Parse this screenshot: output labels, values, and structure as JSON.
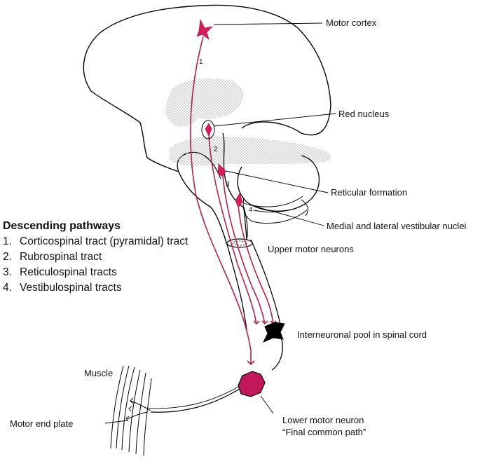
{
  "legend": {
    "title": "Descending pathways",
    "items": [
      {
        "num": "1.",
        "text": "Corticospinal tract (pyramidal) tract"
      },
      {
        "num": "2.",
        "text": "Rubrospinal tract"
      },
      {
        "num": "3.",
        "text": "Reticulospinal tracts"
      },
      {
        "num": "4.",
        "text": "Vestibulospinal tracts"
      }
    ]
  },
  "labels": {
    "motor_cortex": "Motor cortex",
    "red_nucleus": "Red nucleus",
    "reticular_formation": "Reticular formation",
    "vestibular_nuclei": "Medial and lateral vestibular nuclei",
    "upper_motor_neurons": "Upper motor neurons",
    "interneuronal_pool": "Interneuronal pool in spinal cord",
    "muscle": "Muscle",
    "motor_end_plate": "Motor end plate",
    "lower_motor_neuron_line1": "Lower motor neuron",
    "lower_motor_neuron_line2": "“Final common path”"
  },
  "tract_numbers": [
    "1",
    "2",
    "3",
    "4"
  ],
  "colors": {
    "tract": "#b81f4a",
    "neuron_fill": "#d81b5a",
    "lower_neuron_fill": "#c2185b",
    "interneuron_fill": "#000000",
    "outline": "#000000",
    "stipple": "#8a8a8a"
  }
}
